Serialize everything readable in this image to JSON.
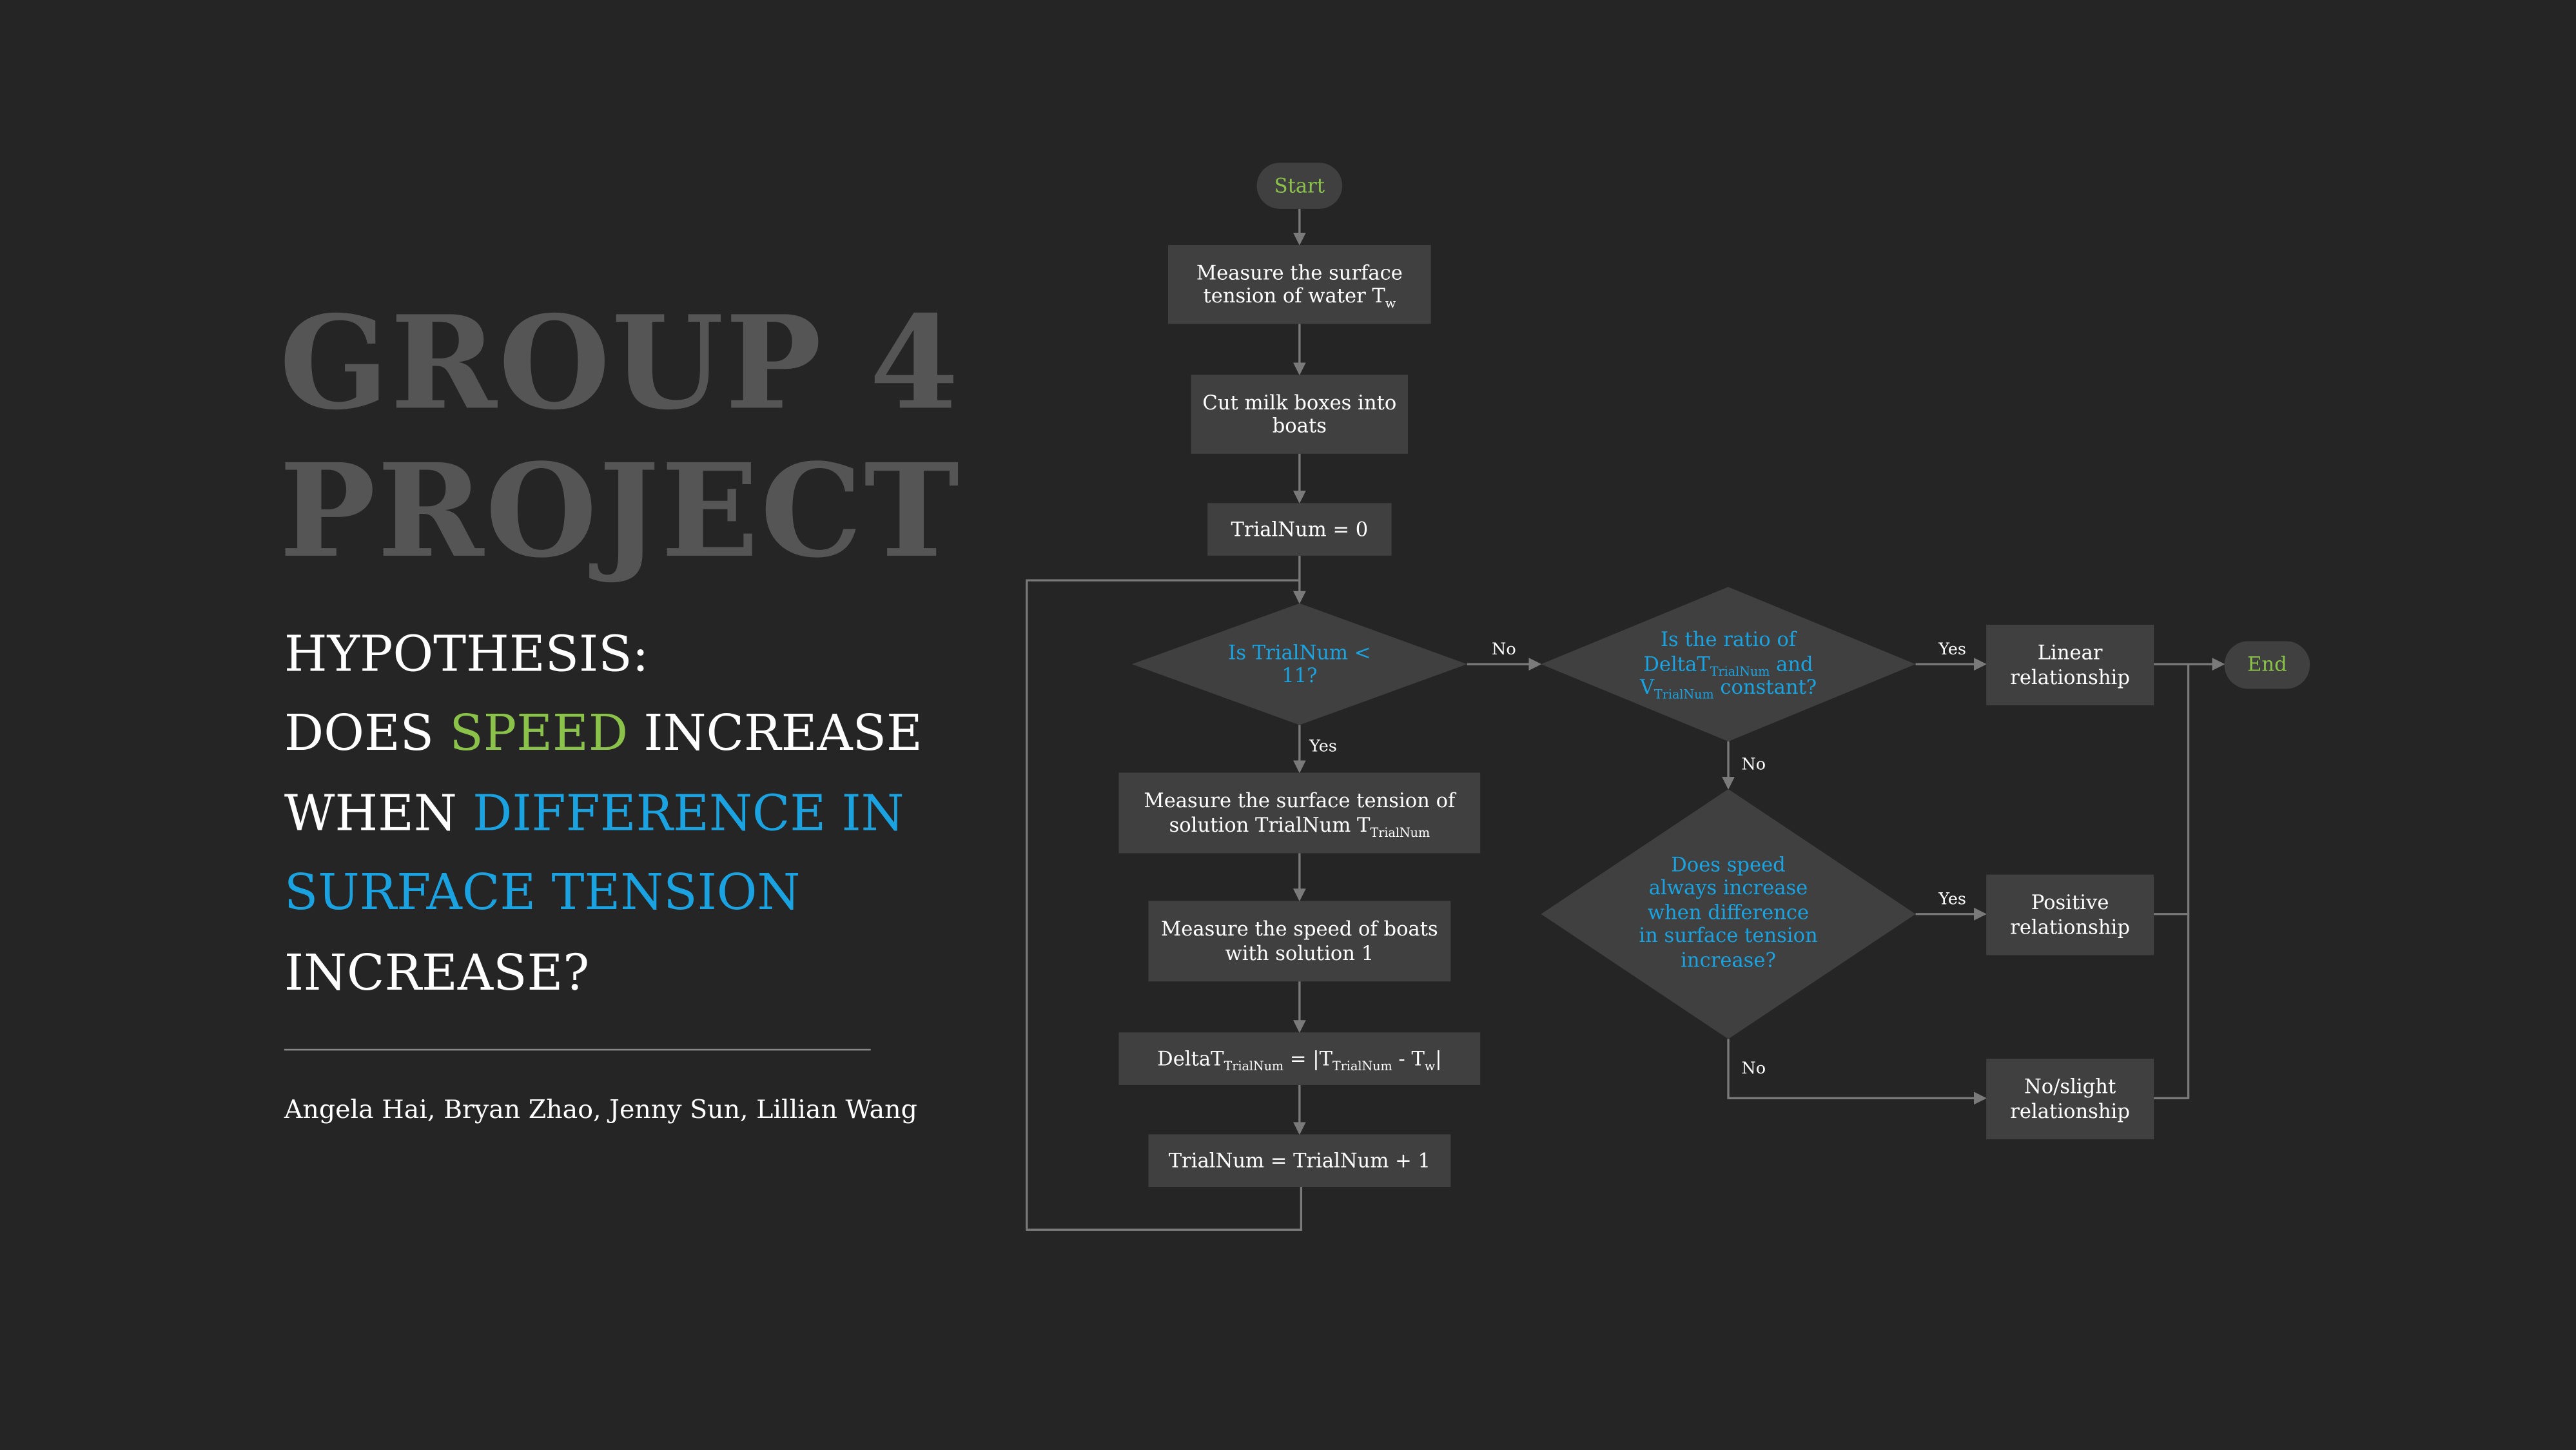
{
  "title": {
    "line1": "GROUP 4",
    "line2": "PROJECT"
  },
  "hypothesis": {
    "label": "HYPOTHESIS:",
    "l2a": "DOES ",
    "l2b": "SPEED",
    "l2c": " INCREASE",
    "l3a": "WHEN ",
    "l3b": "DIFFERENCE IN",
    "l4": "SURFACE TENSION",
    "l5": "INCREASE?"
  },
  "authors": "Angela Hai, Bryan Zhao, Jenny Sun, Lillian Wang",
  "colors": {
    "background": "#252525",
    "node": "#404040",
    "green": "#8bc34a",
    "blue": "#1aa3e0",
    "connector": "#7a7a7a"
  },
  "flow": {
    "start": "Start",
    "end": "End",
    "box1": {
      "text": "Measure the surface tension of water T",
      "sub": "w"
    },
    "box2": "Cut milk boxes into boats",
    "box3": "TrialNum = 0",
    "decision1": "Is TrialNum < 11?",
    "box4": {
      "text": "Measure the surface tension of solution TrialNum T",
      "sub": "TrialNum"
    },
    "box5": "Measure the speed of boats with solution 1",
    "box6": {
      "p0": "DeltaT",
      "s0": "TrialNum",
      "p1": " = |T",
      "s1": "TrialNum",
      "p2": " - T",
      "s2": "w",
      "p3": "|"
    },
    "box7": "TrialNum = TrialNum + 1",
    "decision2": {
      "p0": "Is the ratio of DeltaT",
      "s0": "TrialNum",
      "p1": " and V",
      "s1": "TrialNum",
      "p2": " constant?"
    },
    "decision3": "Does speed always increase when difference in surface tension increase?",
    "result_linear": "Linear relationship",
    "result_positive": "Positive relationship",
    "result_none": "No/slight relationship",
    "labels": {
      "yes": "Yes",
      "no": "No"
    }
  }
}
